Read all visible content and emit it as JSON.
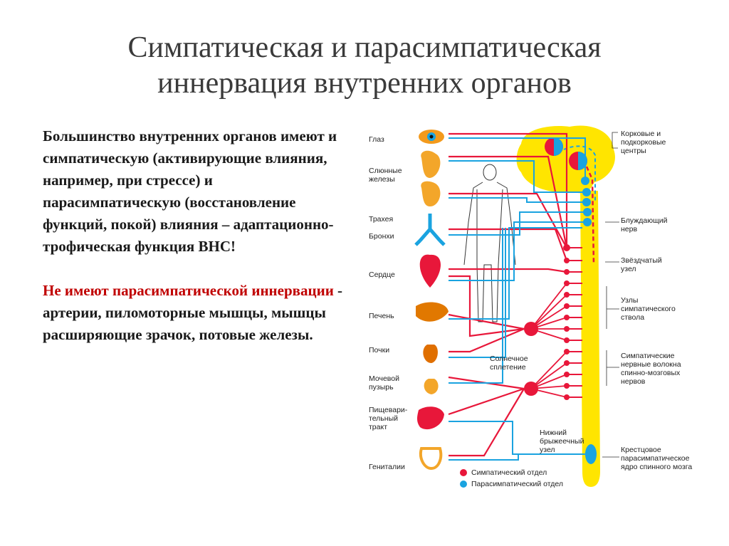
{
  "title": {
    "line1": "Симпатическая и парасимпатическая",
    "line2": "иннервация внутренних органов"
  },
  "text": {
    "p1": "Большинство внутренних органов имеют и симпатическую (активирующие влияния, например, при стрессе) и парасимпатическую (восстановление функций, покой) влияния – адаптационно-трофическая функция ВНС!",
    "p2_red": "Не имеют парасимпатической иннервации",
    "p2_rest": " - артерии, пиломоторные мышцы, мышцы расширяющие зрачок, потовые железы."
  },
  "diagram": {
    "organs": {
      "eye": "Глаз",
      "salivary1": "Слюнные",
      "salivary2": "железы",
      "trachea": "Трахея",
      "bronchi": "Бронхи",
      "heart": "Сердце",
      "liver": "Печень",
      "kidneys": "Почки",
      "bladder1": "Мочевой",
      "bladder2": "пузырь",
      "gi1": "Пищевари-",
      "gi2": "тельный",
      "gi3": "тракт",
      "genitals": "Гениталии"
    },
    "right_labels": {
      "cortex1": "Корковые и",
      "cortex2": "подкорковые",
      "cortex3": "центры",
      "vagus1": "Блуждающий",
      "vagus2": "нерв",
      "stellate1": "Звёздчатый",
      "stellate2": "узел",
      "trunk1": "Узлы",
      "trunk2": "симпатического",
      "trunk3": "ствола",
      "fibers1": "Симпатические",
      "fibers2": "нервные волокна",
      "fibers3": "спинно-мозговых",
      "fibers4": "нервов",
      "sacral1": "Крестцовое",
      "sacral2": "парасимпатическое",
      "sacral3": "ядро спинного мозга"
    },
    "inner_labels": {
      "solar1": "Солнечное",
      "solar2": "сплетение",
      "mes1": "Нижний",
      "mes2": "брыжеечный",
      "mes3": "узел"
    },
    "legend": {
      "sympathetic": "Симпатический отдел",
      "parasympathetic": "Парасимпатический отдел"
    },
    "colors": {
      "sympathetic": "#e8173a",
      "parasympathetic": "#1aa3e0",
      "cns": "#ffe500"
    }
  }
}
